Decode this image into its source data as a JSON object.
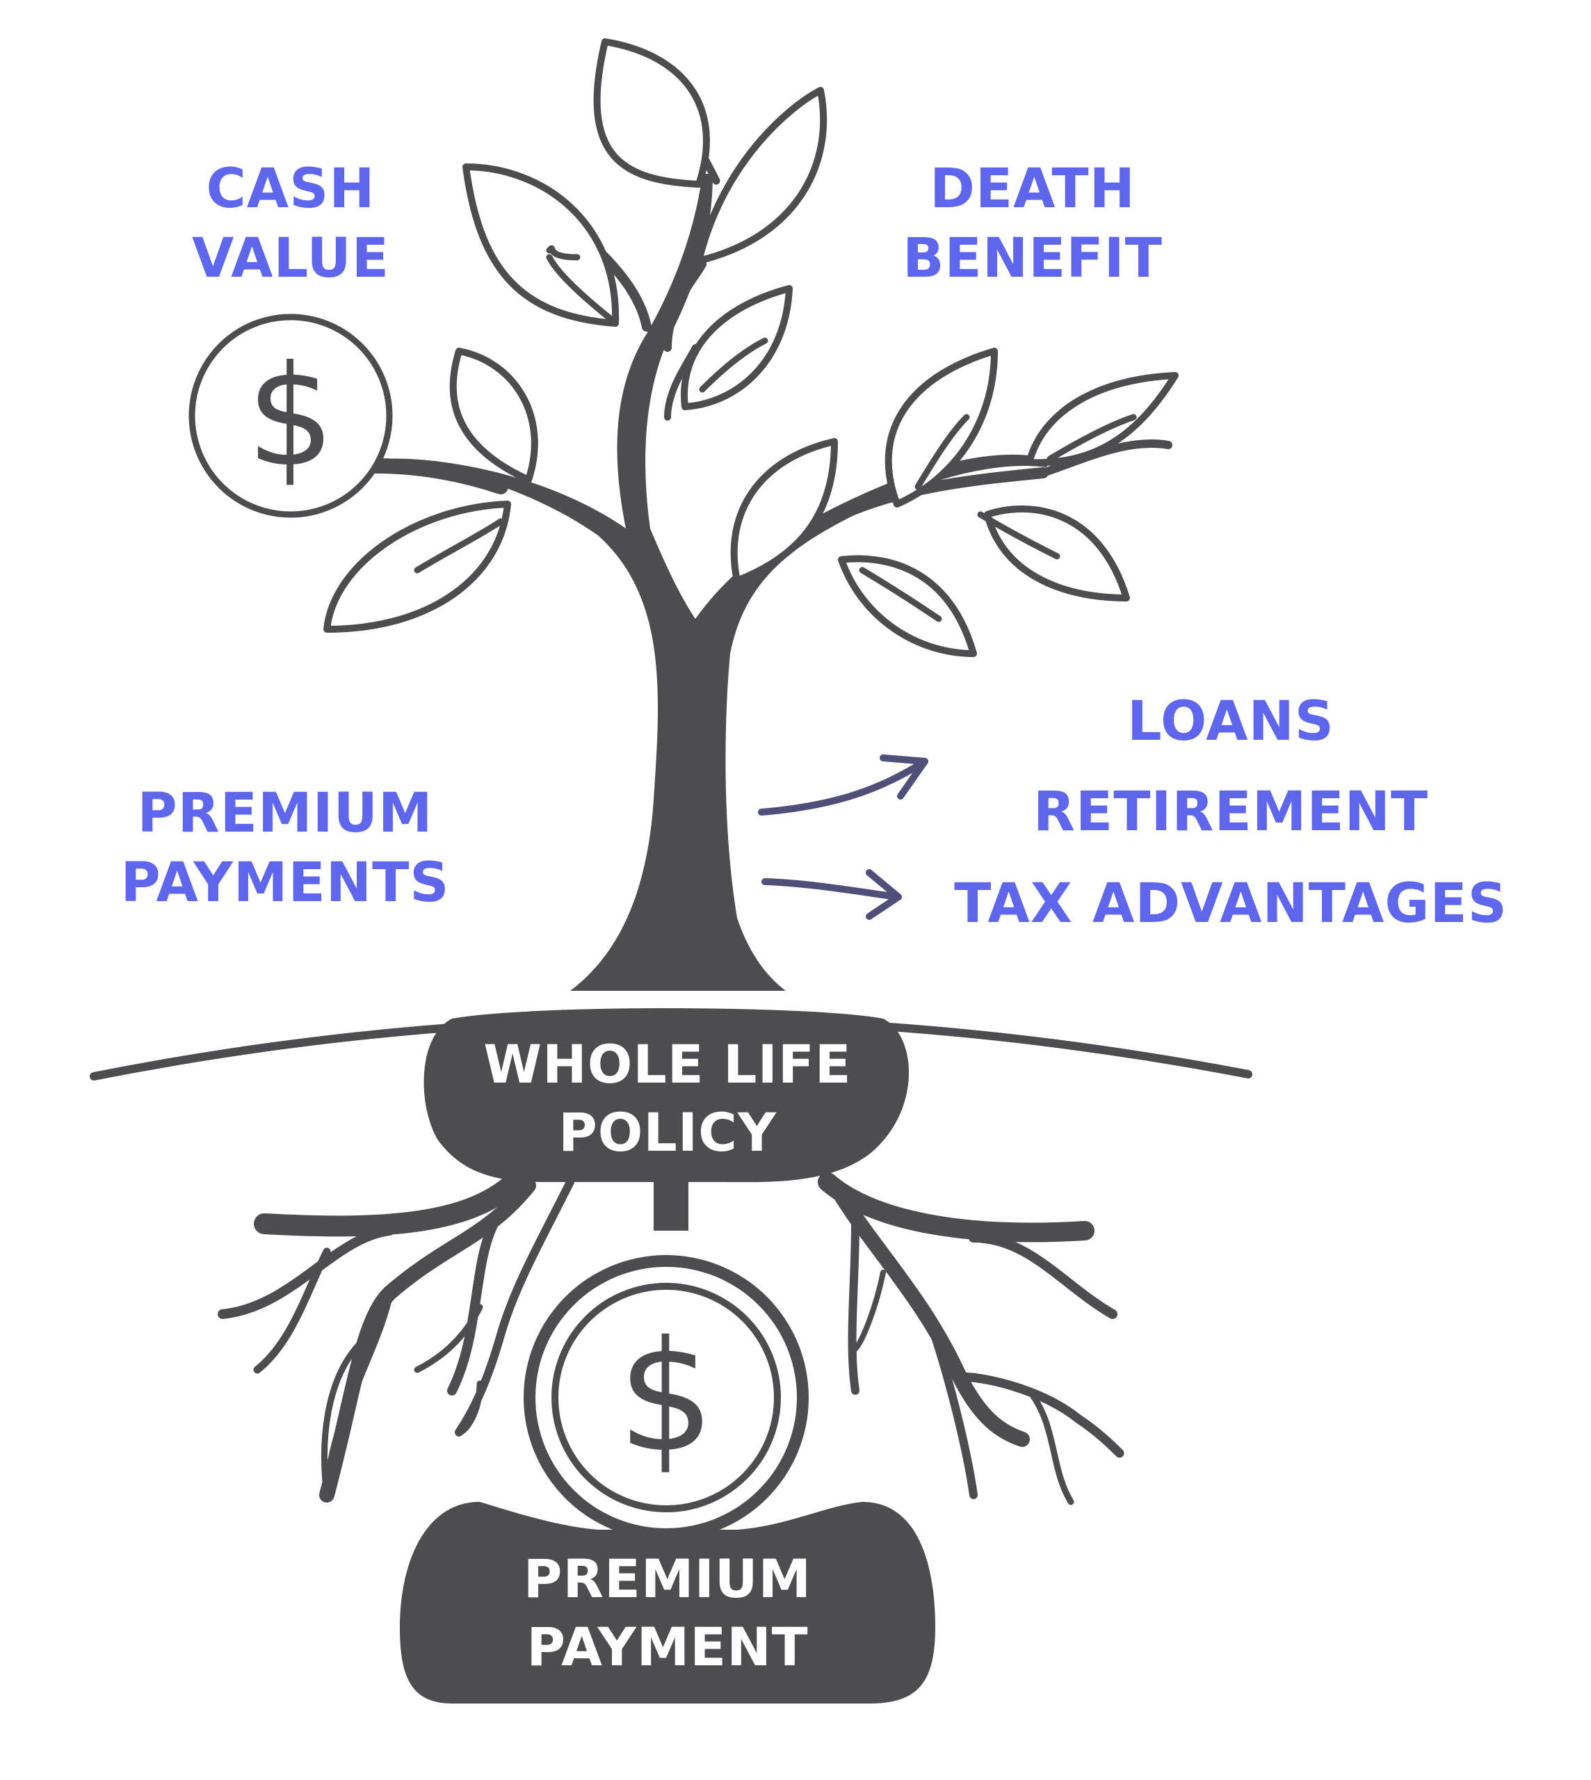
{
  "labels": {
    "cash_value": [
      "CASH",
      "VALUE"
    ],
    "death_benefit": [
      "DEATH",
      "BENEFIT"
    ],
    "premium_payments": [
      "PREMIUM",
      "PAYMENTS"
    ],
    "benefits": [
      "LOANS",
      "RETIREMENT",
      "TAX ADVANTAGES"
    ],
    "policy": [
      "WHOLE LIFE",
      "POLICY"
    ],
    "premium_payment": [
      "PREMIUM",
      "PAYMENT"
    ]
  },
  "icons": {
    "top_coin": "dollar-coin-icon",
    "bottom_coin": "dollar-coin-icon",
    "arrows": "arrow-right-icon"
  },
  "colors": {
    "accent": "#5f66ee",
    "tree": "#4d4d50",
    "arrow": "#4f4f7a",
    "background": "#ffffff"
  }
}
